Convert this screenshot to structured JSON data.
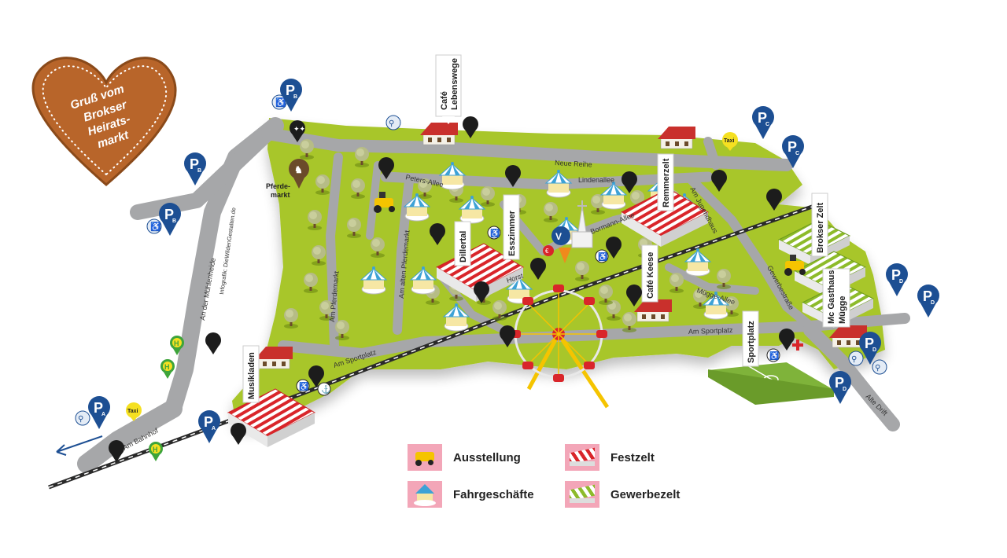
{
  "heart": {
    "line1": "Gruß vom",
    "line2": "Brokser",
    "line3": "Heirats-",
    "line4": "markt"
  },
  "streets": {
    "neue_reihe": "Neue Reihe",
    "lindenallee": "Lindenallee",
    "peters_allee": "Peters-Allee",
    "bormann_allee": "Bormann-Allee",
    "muegge_allee": "Mügge-Allee",
    "am_sportplatz_left": "Am Sportplatz",
    "am_sportplatz_right": "Am Sportplatz",
    "am_pferdemarkt": "Am Pferdemarkt",
    "am_alten_pferdemarkt": "Am alten Pferdemarkt",
    "am_bahnhof": "Am Bahnhof",
    "an_der_muehlenheide": "An der Mühlenheide",
    "gewerbestrasse": "Gewerbestraße",
    "alte_drift": "Alte Drift",
    "am_jugendhaus": "Am Jugendhaus",
    "horst": "Horst"
  },
  "venues": {
    "cafe_lebenswege": [
      "Café",
      "Lebenswege"
    ],
    "remmerzelt": "Remmerzelt",
    "brokser_zelt": "Brokser Zelt",
    "dillertal": "Dillertal",
    "esszimmer": "Esszimmer",
    "cafe_keese": "Café Keese",
    "sportplatz": "Sportplatz",
    "gasthaus": [
      "Mc Gasthaus",
      "Mügge"
    ],
    "musikladen": "Musikladen",
    "pferdemarkt": [
      "Pferde-",
      "markt"
    ]
  },
  "infografik": "Infografik: DieWildenGestalten.de",
  "parking": [
    {
      "letter": "P",
      "sub": "B"
    },
    {
      "letter": "P",
      "sub": "B"
    },
    {
      "letter": "P",
      "sub": "B"
    },
    {
      "letter": "P",
      "sub": "C"
    },
    {
      "letter": "P",
      "sub": "C"
    },
    {
      "letter": "P",
      "sub": "D"
    },
    {
      "letter": "P",
      "sub": "D"
    },
    {
      "letter": "P",
      "sub": "D"
    },
    {
      "letter": "P",
      "sub": "D"
    },
    {
      "letter": "P",
      "sub": "A"
    },
    {
      "letter": "P",
      "sub": "A"
    }
  ],
  "taxi": "Taxi",
  "bus": "H",
  "legend": {
    "ausstellung": "Ausstellung",
    "fahrgeschaefte": "Fahrgeschäfte",
    "festzelt": "Festzelt",
    "gewerbezelt": "Gewerbezelt"
  },
  "colors": {
    "grass": "#a8c62a",
    "road": "#a6a7a9",
    "parking_blue": "#1d4f93",
    "bus_green": "#3ea43a",
    "taxi_yellow": "#f5e021",
    "tent_red": "#d9252a",
    "gingerbread": "#b8652a"
  }
}
